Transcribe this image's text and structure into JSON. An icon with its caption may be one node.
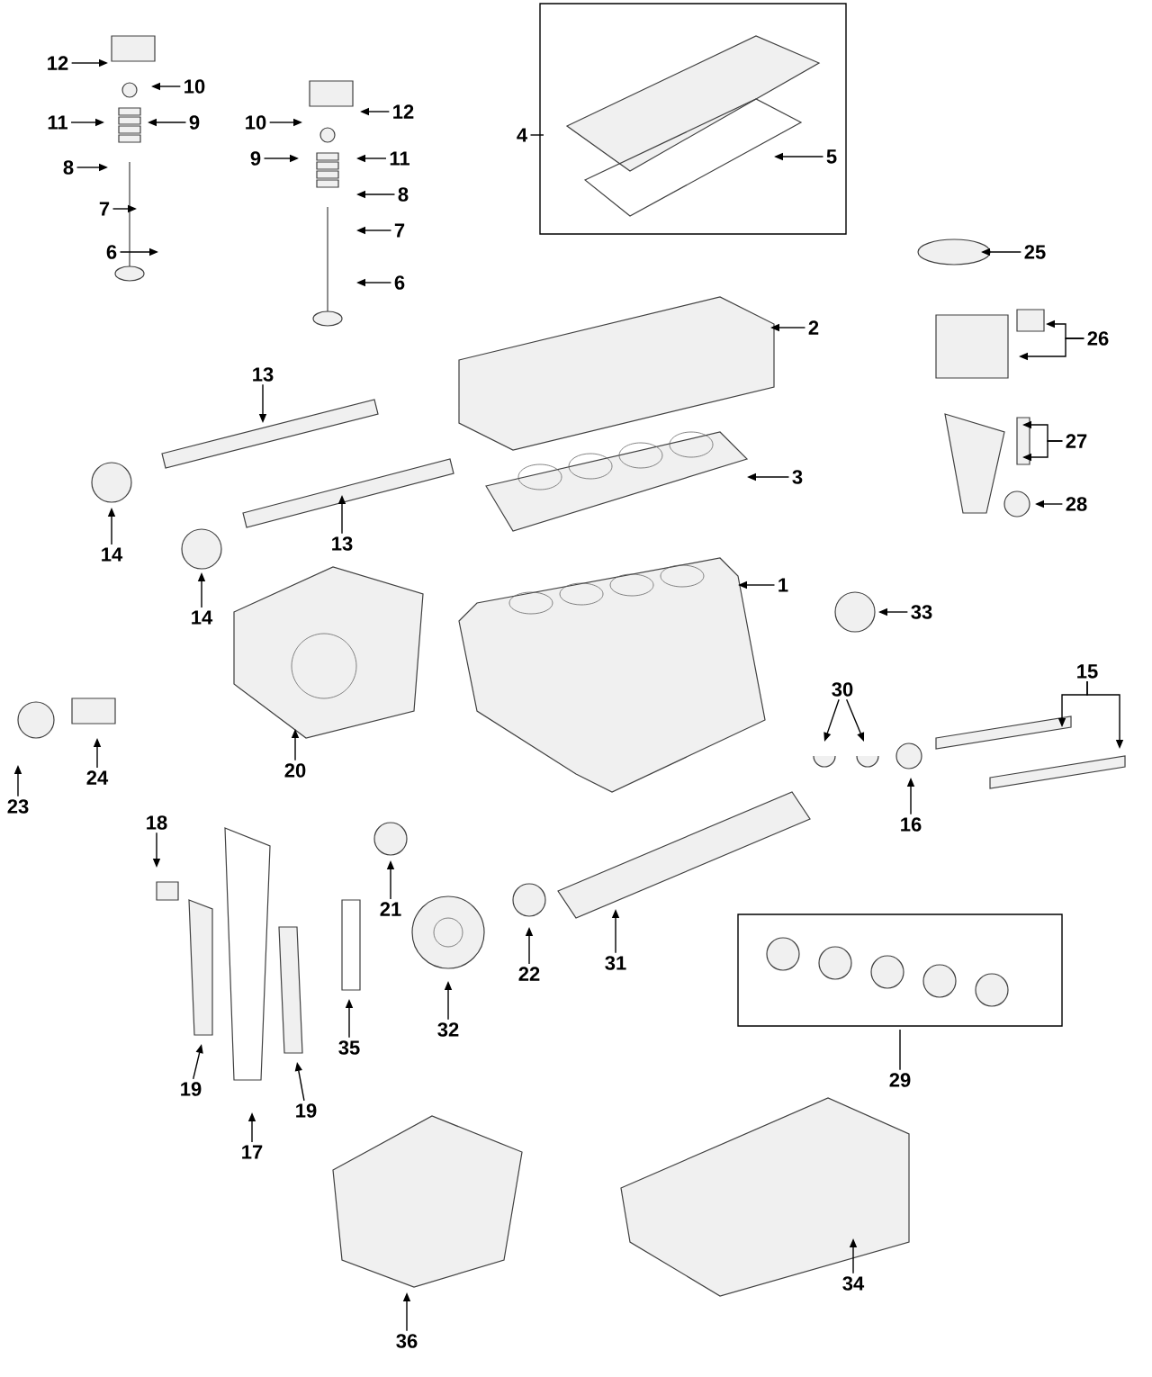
{
  "diagram": {
    "nodes": [
      {
        "text": [
          "12"
        ]
      },
      {
        "text": [
          "10"
        ]
      },
      {
        "text": [
          "11"
        ]
      },
      {
        "text": [
          "9"
        ]
      },
      {
        "text": [
          "8"
        ]
      },
      {
        "text": [
          "7"
        ]
      },
      {
        "text": [
          "6"
        ]
      },
      {
        "text": [
          "12"
        ]
      },
      {
        "text": [
          "10"
        ]
      },
      {
        "text": [
          "9"
        ]
      },
      {
        "text": [
          "11"
        ]
      },
      {
        "text": [
          "8"
        ]
      },
      {
        "text": [
          "7"
        ]
      },
      {
        "text": [
          "6"
        ]
      },
      {
        "text": [
          "4"
        ]
      },
      {
        "text": [
          "5"
        ]
      },
      {
        "text": [
          "25"
        ]
      },
      {
        "text": [
          "2"
        ]
      },
      {
        "text": [
          "26"
        ]
      },
      {
        "text": [
          "13"
        ]
      },
      {
        "text": [
          "27"
        ]
      },
      {
        "text": [
          "3"
        ]
      },
      {
        "text": [
          "28"
        ]
      },
      {
        "text": [
          "13"
        ]
      },
      {
        "text": [
          "14"
        ]
      },
      {
        "text": [
          "1"
        ]
      },
      {
        "text": [
          "33"
        ]
      },
      {
        "text": [
          "14"
        ]
      },
      {
        "text": [
          "15"
        ]
      },
      {
        "text": [
          "30"
        ]
      },
      {
        "text": [
          "20"
        ]
      },
      {
        "text": [
          "24"
        ]
      },
      {
        "text": [
          "23"
        ]
      },
      {
        "text": [
          "16"
        ]
      },
      {
        "text": [
          "18"
        ]
      },
      {
        "text": [
          "21"
        ]
      },
      {
        "text": [
          "31"
        ]
      },
      {
        "text": [
          "22"
        ]
      },
      {
        "text": [
          "32"
        ]
      },
      {
        "text": [
          "35"
        ]
      },
      {
        "text": [
          "29"
        ]
      },
      {
        "text": [
          "19"
        ]
      },
      {
        "text": [
          "19"
        ]
      },
      {
        "text": [
          "17"
        ]
      },
      {
        "text": [
          "34"
        ]
      },
      {
        "text": [
          "36"
        ]
      }
    ],
    "edges": [
      {
        "from": 0,
        "to": null,
        "arrow": "to"
      },
      {
        "from": 1,
        "to": null,
        "arrow": "to"
      },
      {
        "from": 2,
        "to": null,
        "arrow": "to"
      },
      {
        "from": 3,
        "to": null,
        "arrow": "to"
      },
      {
        "from": 4,
        "to": null,
        "arrow": "to"
      },
      {
        "from": 5,
        "to": null,
        "arrow": "to"
      },
      {
        "from": 6,
        "to": null,
        "arrow": "to"
      },
      {
        "from": 7,
        "to": null,
        "arrow": "to"
      },
      {
        "from": 8,
        "to": null,
        "arrow": "to"
      },
      {
        "from": 9,
        "to": null,
        "arrow": "to"
      },
      {
        "from": 10,
        "to": null,
        "arrow": "to"
      },
      {
        "from": 11,
        "to": null,
        "arrow": "to"
      },
      {
        "from": 12,
        "to": null,
        "arrow": "to"
      },
      {
        "from": 13,
        "to": null,
        "arrow": "to"
      },
      {
        "from": 14,
        "to": null,
        "arrow": "none"
      },
      {
        "from": 15,
        "to": null,
        "arrow": "to"
      },
      {
        "from": 16,
        "to": null,
        "arrow": "to"
      },
      {
        "from": 17,
        "to": null,
        "arrow": "to"
      },
      {
        "from": 18,
        "to": null,
        "arrow": "to"
      },
      {
        "from": 18,
        "to": null,
        "arrow": "to"
      },
      {
        "from": 19,
        "to": null,
        "arrow": "to"
      },
      {
        "from": 20,
        "to": null,
        "arrow": "to"
      },
      {
        "from": 20,
        "to": null,
        "arrow": "to"
      },
      {
        "from": 21,
        "to": null,
        "arrow": "to"
      },
      {
        "from": 22,
        "to": null,
        "arrow": "to"
      },
      {
        "from": 23,
        "to": null,
        "arrow": "to"
      },
      {
        "from": 24,
        "to": null,
        "arrow": "to"
      },
      {
        "from": 25,
        "to": null,
        "arrow": "to"
      },
      {
        "from": 26,
        "to": null,
        "arrow": "to"
      },
      {
        "from": 27,
        "to": null,
        "arrow": "to"
      },
      {
        "from": 28,
        "to": null,
        "arrow": "to"
      },
      {
        "from": 28,
        "to": null,
        "arrow": "to"
      },
      {
        "from": 29,
        "to": null,
        "arrow": "to"
      },
      {
        "from": 29,
        "to": null,
        "arrow": "to"
      },
      {
        "from": 30,
        "to": null,
        "arrow": "to"
      },
      {
        "from": 31,
        "to": null,
        "arrow": "to"
      },
      {
        "from": 32,
        "to": null,
        "arrow": "to"
      },
      {
        "from": 33,
        "to": null,
        "arrow": "to"
      },
      {
        "from": 34,
        "to": null,
        "arrow": "to"
      },
      {
        "from": 35,
        "to": null,
        "arrow": "to"
      },
      {
        "from": 36,
        "to": null,
        "arrow": "to"
      },
      {
        "from": 37,
        "to": null,
        "arrow": "to"
      },
      {
        "from": 38,
        "to": null,
        "arrow": "to"
      },
      {
        "from": 39,
        "to": null,
        "arrow": "to"
      },
      {
        "from": 40,
        "to": null,
        "arrow": "none"
      },
      {
        "from": 41,
        "to": null,
        "arrow": "to"
      },
      {
        "from": 42,
        "to": null,
        "arrow": "to"
      },
      {
        "from": 43,
        "to": null,
        "arrow": "to"
      },
      {
        "from": 44,
        "to": null,
        "arrow": "to"
      },
      {
        "from": 45,
        "to": null,
        "arrow": "to"
      }
    ]
  }
}
